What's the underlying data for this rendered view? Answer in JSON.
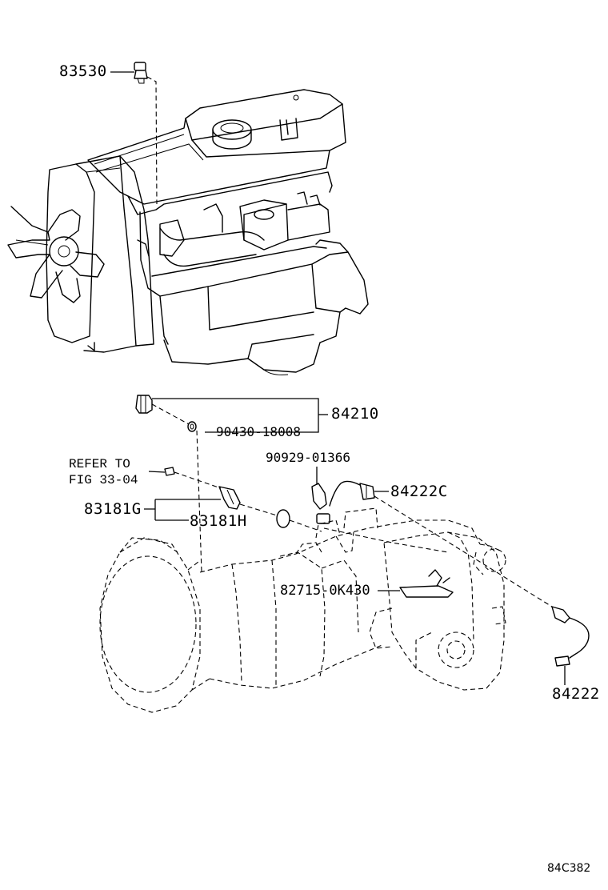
{
  "callouts": {
    "engine_sender": "83530",
    "speed_sensor_assy": "84210",
    "gasket_part": "90430-18008",
    "hose_clamp": "90929-01366",
    "sensor_84222c": "84222C",
    "sensor_84222": "84222",
    "switch_g": "83181G",
    "switch_h": "83181H",
    "bracket": "82715-0K430"
  },
  "reference": {
    "line1": "REFER TO",
    "line2": "FIG 33-04"
  },
  "figure_code": "84C382"
}
